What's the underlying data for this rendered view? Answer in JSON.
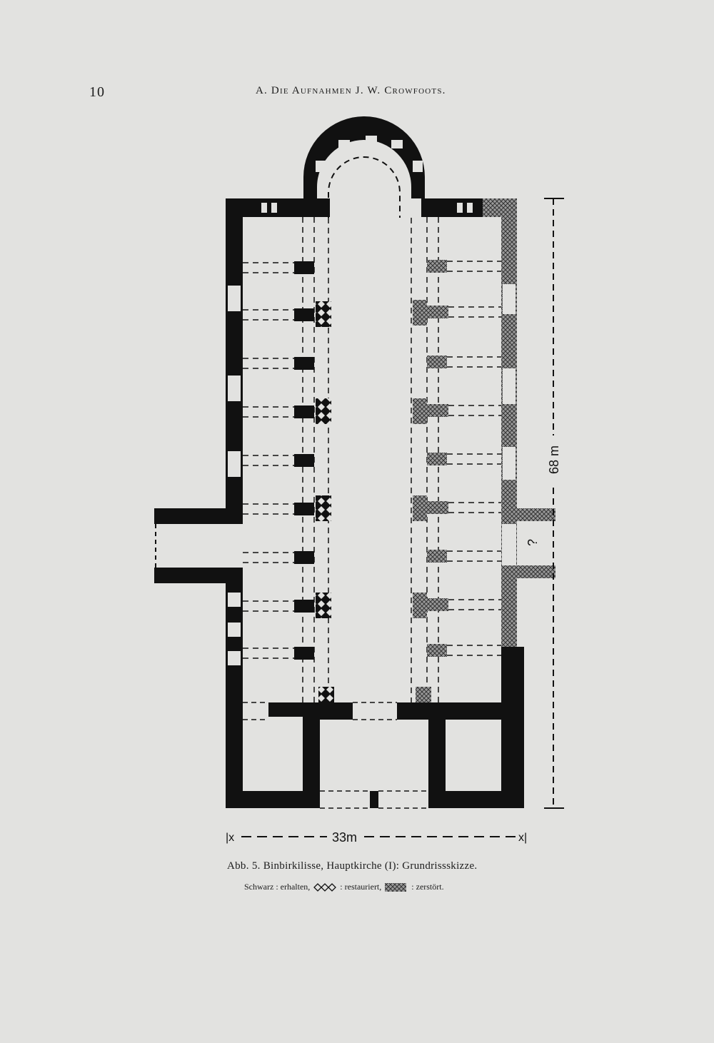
{
  "header": {
    "page_number": "10",
    "running_title": "A. Die Aufnahmen J. W. Crowfoots."
  },
  "figure": {
    "scale_vertical": "68 m",
    "scale_horizontal": "33m",
    "scale_left_mark": "|x",
    "scale_right_mark": "x|",
    "unknown_marker": "?",
    "caption": "Abb. 5. Binbirkilisse, Hauptkirche (I): Grundrissskizze.",
    "legend": {
      "black_label": "Schwarz : erhalten,",
      "restored_label": ": restauriert,",
      "destroyed_label": ": zerstört.",
      "colors": {
        "preserved": "#111111",
        "destroyed": "#7d7d7d",
        "paper": "#e2e2e0"
      }
    }
  }
}
